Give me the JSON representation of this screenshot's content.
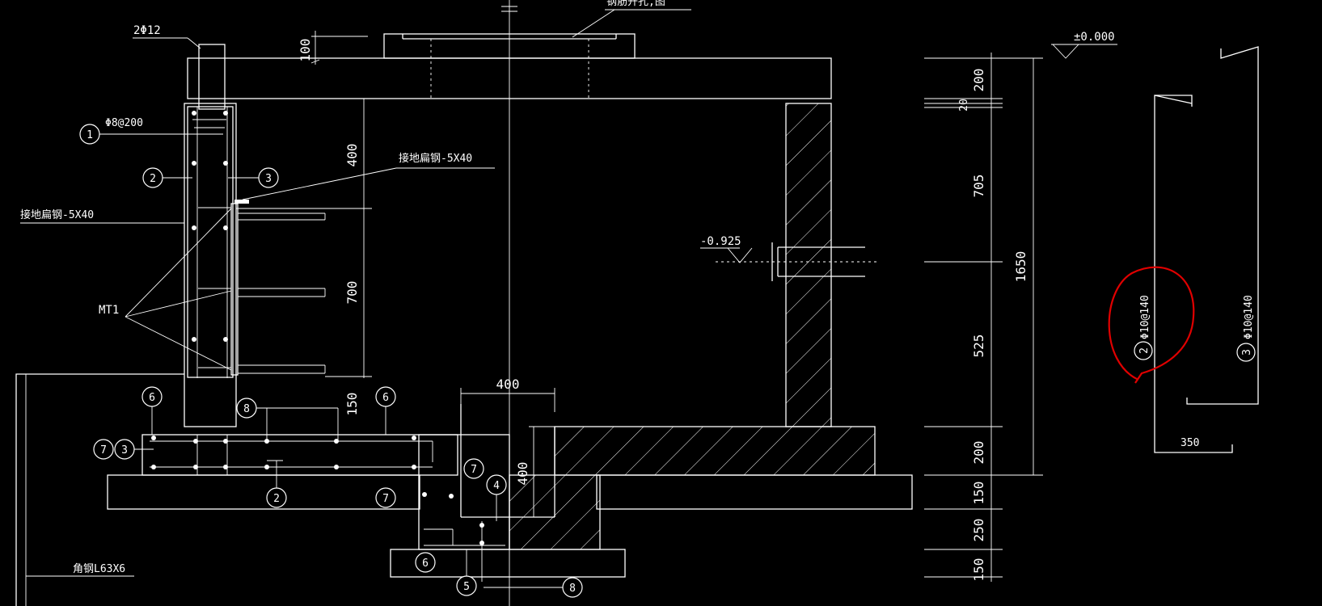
{
  "drawing": {
    "colors": {
      "background": "#000000",
      "lines": "#ffffff",
      "markup": "#e00000"
    },
    "annotations": {
      "top_bar": "2Φ12",
      "stirrup": "Φ8@200",
      "grounding_steel_right": "接地扁钢-5X40",
      "grounding_steel_left": "接地扁钢-5X40",
      "embedded_plate": "MT1",
      "angle_steel": "角钢L63X6",
      "cover_note": "钢筋开孔,图",
      "elevation_top": "±0.000",
      "elevation_pipe": "-0.925"
    },
    "dimensions": {
      "slab_thickness": "100",
      "upper_spacing": "400",
      "middle_spacing": "700",
      "lower_spacing": "150",
      "pit_width": "400",
      "pit_depth": "400",
      "right_chain": [
        "200",
        "20",
        "705",
        "525",
        "200",
        "150",
        "250",
        "150"
      ],
      "total_height": "1650"
    },
    "bar_markers": [
      "1",
      "2",
      "3",
      "4",
      "5",
      "6",
      "7",
      "8"
    ],
    "rebar_details": {
      "bar2_label": "Φ10@140",
      "bar2_mark": "2",
      "bar3_label": "Φ10@140",
      "bar3_mark": "3",
      "bar3_length": "350"
    }
  }
}
